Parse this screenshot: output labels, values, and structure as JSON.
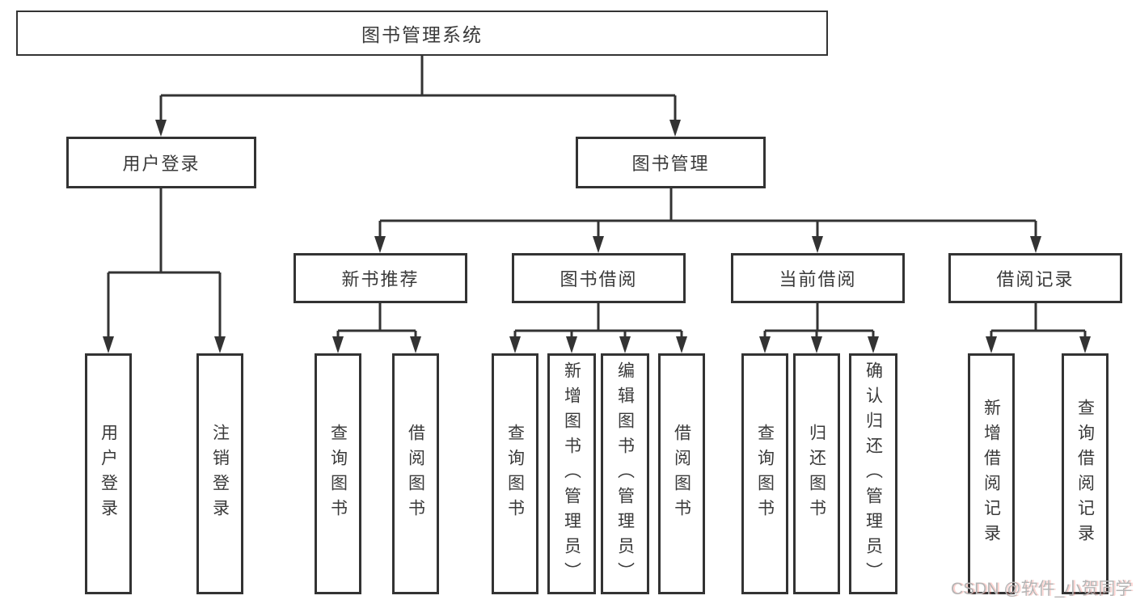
{
  "diagram": {
    "title": "图书管理系统",
    "type": "hierarchy-tree"
  },
  "root": {
    "label": "图书管理系统"
  },
  "level2": [
    {
      "label": "用户登录"
    },
    {
      "label": "图书管理"
    }
  ],
  "level3": [
    {
      "label": "新书推荐",
      "parent": "图书管理"
    },
    {
      "label": "图书借阅",
      "parent": "图书管理"
    },
    {
      "label": "当前借阅",
      "parent": "图书管理"
    },
    {
      "label": "借阅记录",
      "parent": "图书管理"
    }
  ],
  "leaves": [
    {
      "label": "用户登录",
      "parent": "用户登录"
    },
    {
      "label": "注销登录",
      "parent": "用户登录"
    },
    {
      "label": "查询图书",
      "parent": "新书推荐"
    },
    {
      "label": "借阅图书",
      "parent": "新书推荐"
    },
    {
      "label": "查询图书",
      "parent": "图书借阅"
    },
    {
      "label": "新增图书（管理员）",
      "parent": "图书借阅"
    },
    {
      "label": "编辑图书（管理员）",
      "parent": "图书借阅"
    },
    {
      "label": "借阅图书",
      "parent": "图书借阅"
    },
    {
      "label": "查询图书",
      "parent": "当前借阅"
    },
    {
      "label": "归还图书",
      "parent": "当前借阅"
    },
    {
      "label": "确认归还（管理员）",
      "parent": "当前借阅"
    },
    {
      "label": "新增借阅记录",
      "parent": "借阅记录"
    },
    {
      "label": "查询借阅记录",
      "parent": "借阅记录"
    }
  ],
  "watermark": {
    "text": "CSDN @软件_小贺同学"
  },
  "colors": {
    "line": "#333333",
    "box_border": "#333333",
    "text": "#3a3a3a",
    "background": "#ffffff",
    "watermark": "#b5b5b5"
  }
}
